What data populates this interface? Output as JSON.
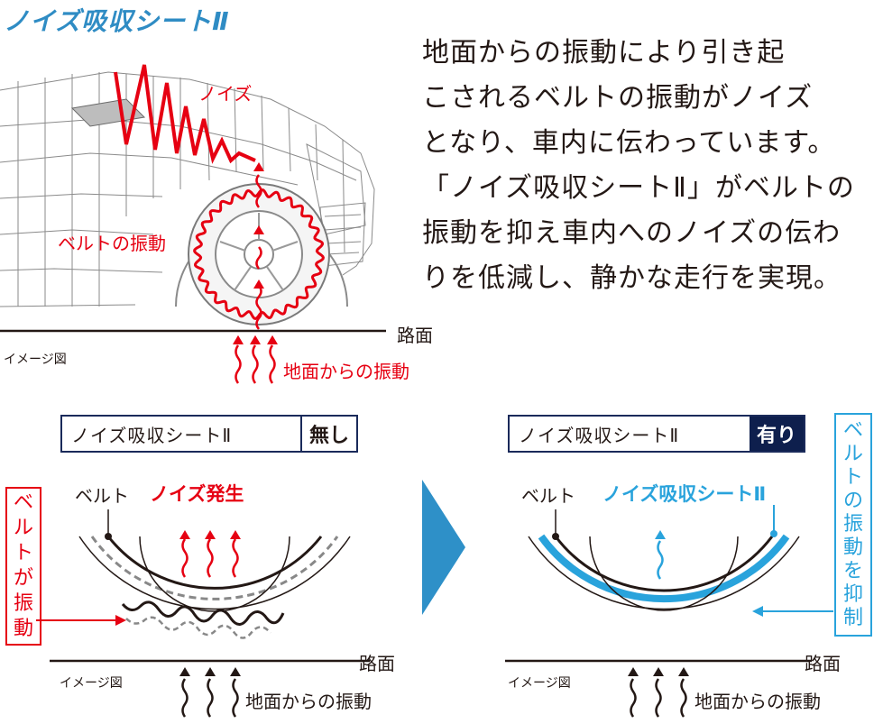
{
  "title": "ノイズ吸収シートⅡ",
  "description_lines": [
    "地面からの振動により引き起",
    "こされるベルトの振動がノイズ",
    "となり、車内に伝わっています。",
    "「ノイズ吸収シートⅡ」がベルトの",
    "振動を抑え車内へのノイズの伝わ",
    "りを低減し、静かな走行を実現。"
  ],
  "top_diagram": {
    "noise_label": "ノイズ",
    "belt_vibration_label": "ベルトの振動",
    "road_label": "路面",
    "image_note": "イメージ図",
    "ground_vibration_label": "地面からの振動"
  },
  "left_panel": {
    "box_name": "ノイズ吸収シートⅡ",
    "box_state": "無し",
    "belt_label": "ベルト",
    "noise_label": "ノイズ発生",
    "side_label_chars": [
      "ベ",
      "ル",
      "ト",
      "が",
      "振",
      "動"
    ],
    "road_label": "路面",
    "image_note": "イメージ図",
    "ground_vibration_label": "地面からの振動"
  },
  "right_panel": {
    "box_name": "ノイズ吸収シートⅡ",
    "box_state": "有り",
    "belt_label": "ベルト",
    "sheet_label": "ノイズ吸収シートⅡ",
    "side_label_chars": [
      "ベ",
      "ル",
      "ト",
      "の",
      "振",
      "動",
      "を",
      "抑",
      "制"
    ],
    "road_label": "路面",
    "image_note": "イメージ図",
    "ground_vibration_label": "地面からの振動"
  },
  "colors": {
    "title_blue": "#2f8cc4",
    "red": "#e60012",
    "cyan": "#29a3dc",
    "navy": "#0e1f4d",
    "arrow_blue": "#2e90c8"
  }
}
